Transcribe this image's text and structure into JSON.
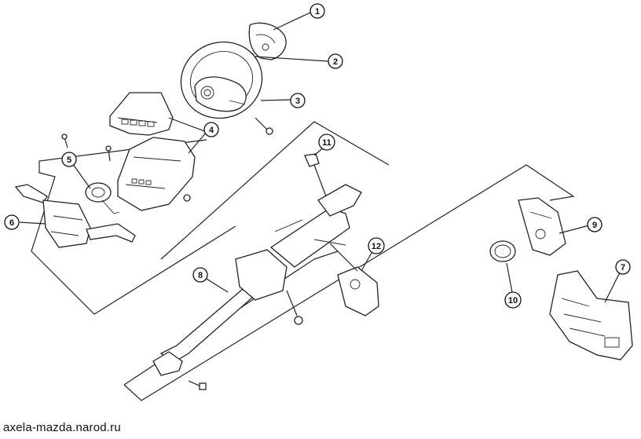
{
  "callouts": [
    {
      "label": "1"
    },
    {
      "label": "2"
    },
    {
      "label": "3"
    },
    {
      "label": "4"
    },
    {
      "label": "5"
    },
    {
      "label": "6"
    },
    {
      "label": "7"
    },
    {
      "label": "8"
    },
    {
      "label": "9"
    },
    {
      "label": "10"
    },
    {
      "label": "11"
    },
    {
      "label": "12"
    }
  ],
  "footer": {
    "source": "axela-mazda.narod.ru"
  }
}
